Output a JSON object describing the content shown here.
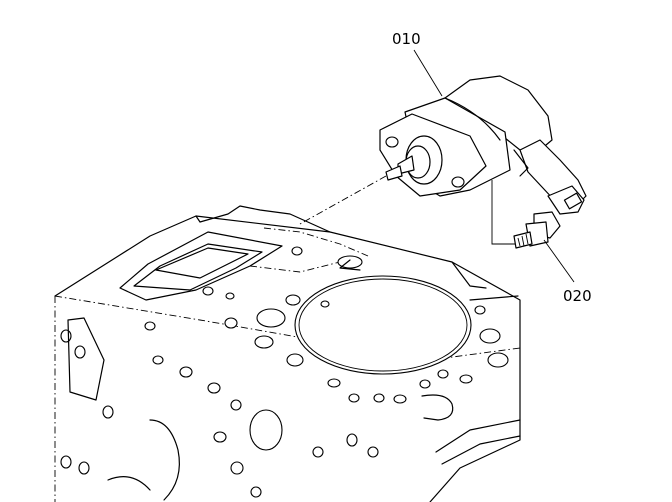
{
  "callouts": {
    "part_010": "010",
    "part_020": "020"
  },
  "parts": [
    {
      "ref": "010",
      "icon": "solenoid-assembly-icon"
    },
    {
      "ref": "020",
      "icon": "banjo-bolt-icon"
    }
  ],
  "colors": {
    "line": "#000000",
    "background": "#ffffff"
  }
}
